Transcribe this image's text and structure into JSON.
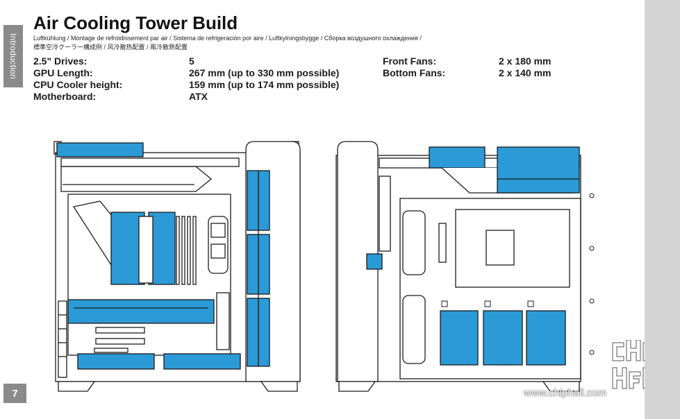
{
  "document": {
    "section_tab": "Introduction",
    "page_number": "7",
    "title": "Air Cooling Tower Build",
    "subtitle_line1": "Luftkühlung / Montage de refroidissement par air / Sistema de refrigeración por aire / Luftkylningsbygge / Сборка воздушного охлаждения /",
    "subtitle_line2": "標準空冷クーラー構成例 / 风冷散热配置 / 風冷散熱配置"
  },
  "specs_left": [
    {
      "label": "2.5\" Drives:",
      "value": "5"
    },
    {
      "label": "GPU Length:",
      "value": "267 mm (up to 330 mm possible)"
    },
    {
      "label": "CPU Cooler height:",
      "value": "159 mm (up to 174 mm possible)"
    },
    {
      "label": "Motherboard:",
      "value": "ATX"
    }
  ],
  "specs_right": [
    {
      "label": "Front Fans:",
      "value": "2 x 180 mm"
    },
    {
      "label": "Bottom Fans:",
      "value": "2 x 140 mm"
    }
  ],
  "watermark": {
    "url": "www.chiphell.com",
    "logo_icon": "chiphell-logo"
  },
  "colors": {
    "accent_blue": "#2b9ad6",
    "tab_gray": "#8a8a8a",
    "line": "#1a1a1a"
  }
}
